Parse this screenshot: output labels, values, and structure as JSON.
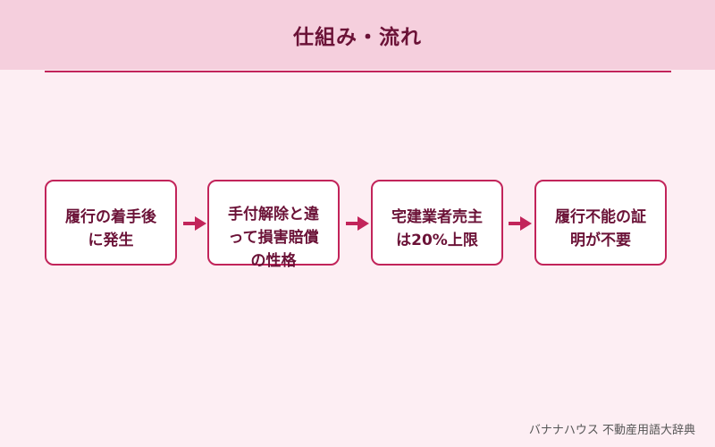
{
  "title": "仕組み・流れ",
  "steps": [
    {
      "line1": "履行の着手後",
      "line2": "に発生"
    },
    {
      "line1": "手付解除と違",
      "line2": "って損害賠償",
      "line3": "の性格"
    },
    {
      "line1": "宅建業者売主",
      "line2": "は20%上限"
    },
    {
      "line1": "履行不能の証",
      "line2": "明が不要"
    }
  ],
  "footer": "バナナハウス 不動産用語大辞典",
  "colors": {
    "accent": "#c2245a",
    "text": "#6b1237",
    "header_bg": "#f5cfdd",
    "page_bg": "#fdeef3"
  }
}
